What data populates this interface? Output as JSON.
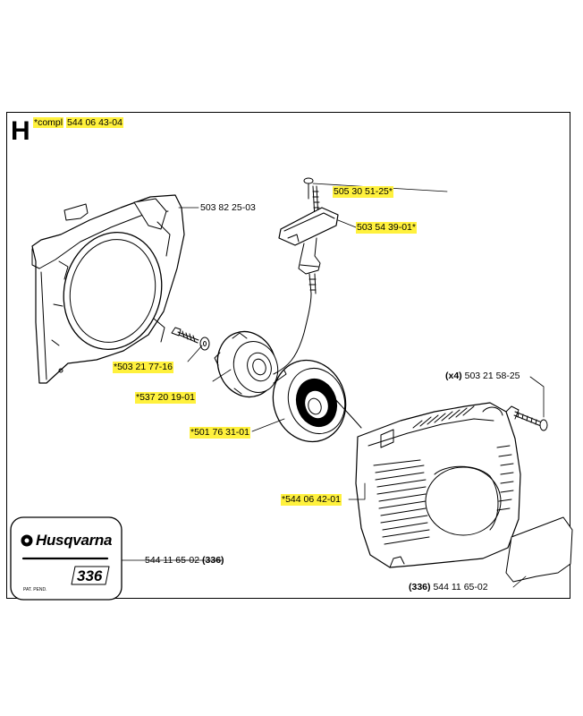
{
  "section": {
    "letter": "H",
    "compl_prefix": "*compl",
    "compl_part": "544 06 43-04"
  },
  "parts": {
    "fan_cover": "503 82 25-03",
    "rope_pin": "505 30 51-25*",
    "handle": "503 54 39-01*",
    "screw": "*503 21 77-16",
    "pulley": "*537 20 19-01",
    "spring_cassette": "*501 76 31-01",
    "starter_housing": "*544 06 42-01",
    "bolt_qty": "(x4)",
    "bolt": "503 21 58-25",
    "decal_part": "544 11 65-02",
    "decal_model": "(336)",
    "decal2_model": "(336)",
    "decal2_part": "544 11 65-02"
  },
  "decal": {
    "brand": "Husqvarna",
    "model": "336",
    "small_text": "PAT. PEND."
  },
  "colors": {
    "highlight": "#fff13d",
    "line": "#000000"
  }
}
